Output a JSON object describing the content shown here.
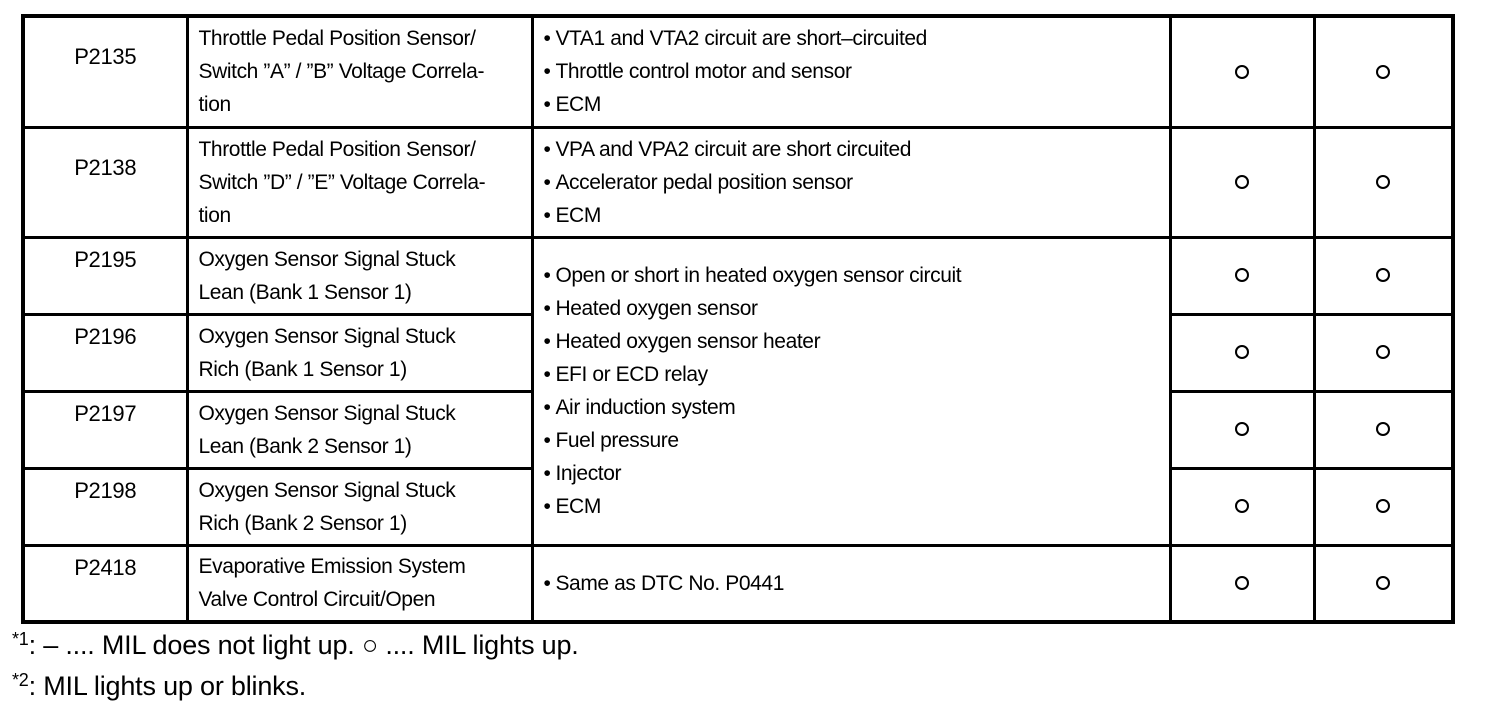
{
  "page": {
    "background": "#ffffff",
    "text_color": "#000000",
    "mil_on_symbol": "○"
  },
  "table": {
    "rows": [
      {
        "code": "P2135",
        "item_lines": [
          "Throttle Pedal Position Sensor/",
          "Switch ”A” / ”B” Voltage Correla-",
          "tion"
        ],
        "causes": [
          "VTA1 and VTA2 circuit are short–circuited",
          "Throttle control motor and sensor",
          "ECM"
        ],
        "mil1": "○",
        "mil2": "○"
      },
      {
        "code": "P2138",
        "item_lines": [
          "Throttle Pedal Position Sensor/",
          "Switch ”D” / ”E” Voltage Correla-",
          "tion"
        ],
        "causes": [
          "VPA and VPA2 circuit are short circuited",
          "Accelerator pedal position sensor",
          "ECM"
        ],
        "mil1": "○",
        "mil2": "○"
      },
      {
        "code": "P2195",
        "item_lines": [
          "Oxygen Sensor Signal Stuck",
          "Lean (Bank 1 Sensor 1)"
        ],
        "causes_shared": [
          "Open or short in heated oxygen sensor circuit",
          "Heated oxygen sensor",
          "Heated oxygen sensor heater",
          "EFI or ECD relay",
          "Air induction system",
          "Fuel pressure",
          "Injector",
          "ECM"
        ],
        "mil1": "○",
        "mil2": "○"
      },
      {
        "code": "P2196",
        "item_lines": [
          "Oxygen Sensor Signal Stuck",
          "Rich (Bank 1 Sensor 1)"
        ],
        "mil1": "○",
        "mil2": "○"
      },
      {
        "code": "P2197",
        "item_lines": [
          "Oxygen Sensor Signal Stuck",
          "Lean (Bank 2 Sensor 1)"
        ],
        "mil1": "○",
        "mil2": "○"
      },
      {
        "code": "P2198",
        "item_lines": [
          "Oxygen Sensor Signal Stuck",
          "Rich (Bank 2 Sensor 1)"
        ],
        "mil1": "○",
        "mil2": "○"
      },
      {
        "code": "P2418",
        "item_lines": [
          "Evaporative Emission System",
          "Valve Control Circuit/Open"
        ],
        "causes": [
          "Same as DTC No. P0441"
        ],
        "mil1": "○",
        "mil2": "○"
      }
    ]
  },
  "footnotes": [
    {
      "marker": "*1",
      "text": ": – .... MIL does not light up. ○ .... MIL lights up."
    },
    {
      "marker": "*2",
      "text": ": MIL lights up or blinks."
    }
  ]
}
